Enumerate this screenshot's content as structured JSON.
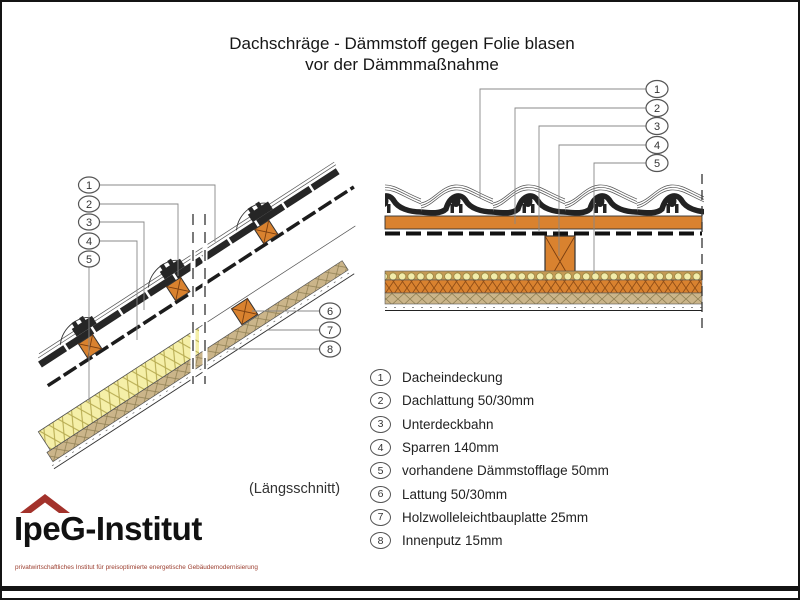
{
  "title": {
    "line1": "Dachschräge - Dämmstoff gegen Folie blasen",
    "line2": "vor der Dämmmaßnahme"
  },
  "caption": "(Längsschnitt)",
  "legend": {
    "items": [
      {
        "num": "1",
        "label": "Dacheindeckung"
      },
      {
        "num": "2",
        "label": "Dachlattung 50/30mm"
      },
      {
        "num": "3",
        "label": "Unterdeckbahn"
      },
      {
        "num": "4",
        "label": "Sparren 140mm"
      },
      {
        "num": "5",
        "label": "vorhandene Dämmstofflage 50mm"
      },
      {
        "num": "6",
        "label": "Lattung 50/30mm"
      },
      {
        "num": "7",
        "label": "Holzwolleleichtbauplatte 25mm"
      },
      {
        "num": "8",
        "label": "Innenputz 15mm"
      }
    ]
  },
  "callouts": {
    "left_top": [
      "1",
      "2",
      "3",
      "4",
      "5"
    ],
    "left_bottom": [
      "6",
      "7",
      "8"
    ],
    "right": [
      "1",
      "2",
      "3",
      "4",
      "5"
    ]
  },
  "logo": {
    "name": "IpeG-Institut",
    "tagline": "privatwirtschaftliches Institut für preisoptimierte energetische Gebäudemodernisierung"
  },
  "colors": {
    "orange": "#D9822F",
    "yellow": "#F5EFA8",
    "tan": "#CBB58A",
    "logo_red": "#A3322B",
    "line_dark": "#222222"
  }
}
